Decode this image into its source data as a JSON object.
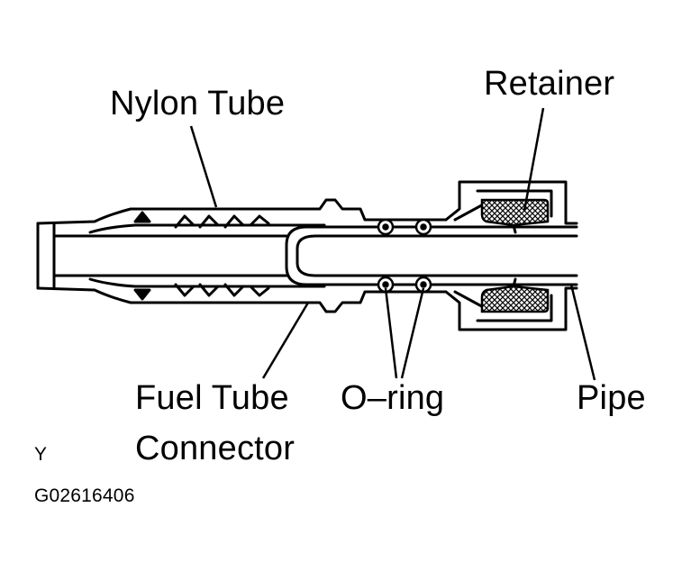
{
  "labels": {
    "nylon_tube": "Nylon Tube",
    "retainer": "Retainer",
    "fuel_tube": "Fuel Tube",
    "connector": "Connector",
    "o_ring": "O–ring",
    "pipe": "Pipe",
    "view_letter": "Y",
    "figure_code": "G02616406"
  }
}
